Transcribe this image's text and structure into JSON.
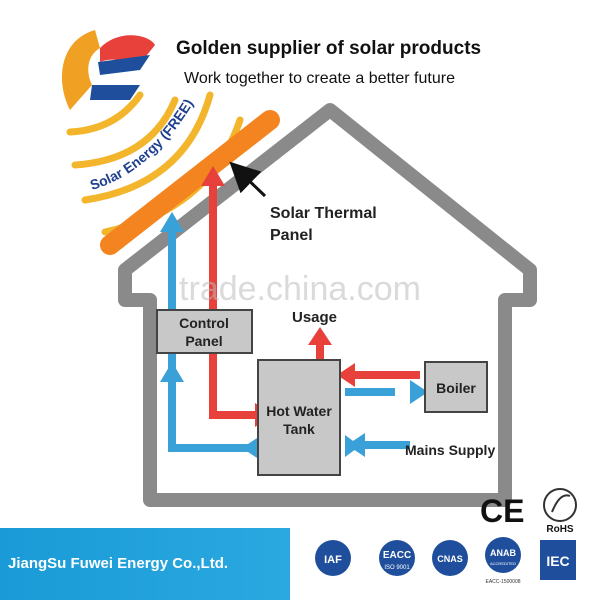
{
  "header": {
    "title": "Golden supplier of solar products",
    "subtitle": "Work together to create a better future"
  },
  "logo": {
    "arc_text": "Solar Energy (FREE)"
  },
  "diagram": {
    "panel_label_line1": "Solar Thermal",
    "panel_label_line2": "Panel",
    "control_line1": "Control",
    "control_line2": "Panel",
    "usage": "Usage",
    "tank_line1": "Hot Water",
    "tank_line2": "Tank",
    "boiler": "Boiler",
    "mains": "Mains Supply",
    "watermark": "trade.china.com"
  },
  "footer": {
    "company": "JiangSu Fuwei Energy Co.,Ltd."
  },
  "certs": {
    "ce": "CE",
    "rohs": "RoHS",
    "iaf": "IAF",
    "eacc": "EACC",
    "eacc_sub": "ISO 9001",
    "cnas": "CNAS",
    "anab": "ANAB",
    "anab_sub": "ACCREDITED",
    "anab_code": "EACC-1500008",
    "iec": "IEC"
  },
  "colors": {
    "hot": "#e8403a",
    "cold": "#3aa0d8",
    "house": "#8a8a8a",
    "panel": "#f4841f",
    "footer": "#1a9bd7"
  }
}
